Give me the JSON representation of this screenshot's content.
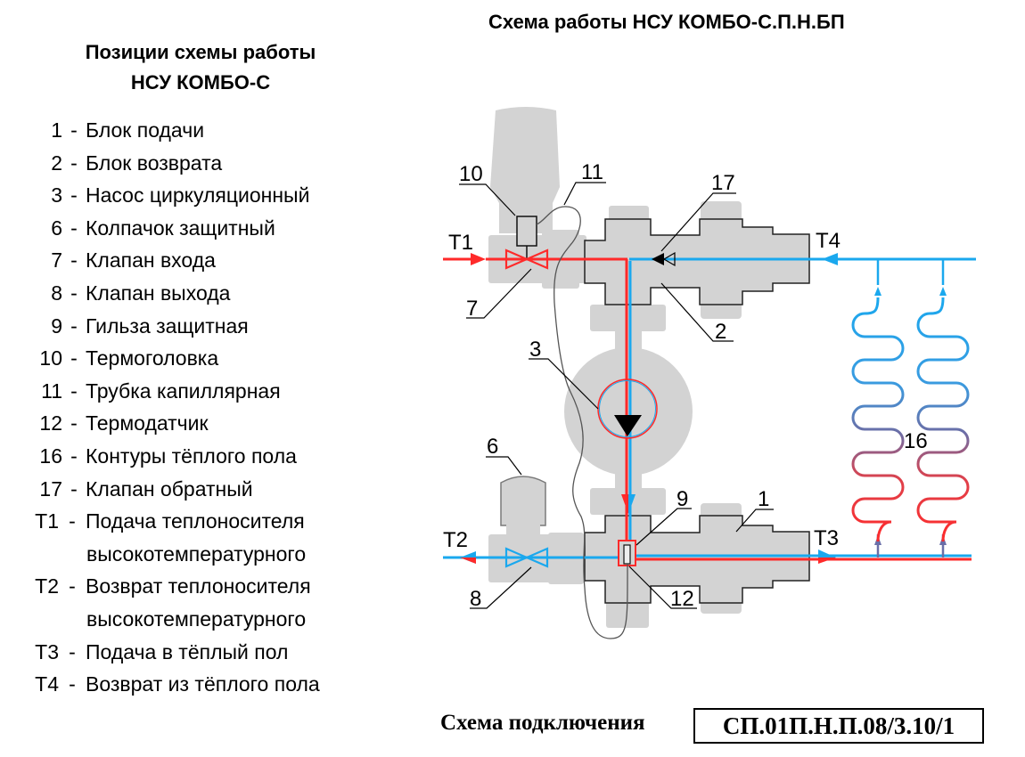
{
  "legend": {
    "title_line1": "Позиции схемы работы",
    "title_line2": "НСУ КОМБО-С",
    "items": [
      {
        "num": "1",
        "label": "Блок подачи"
      },
      {
        "num": "2",
        "label": "Блок возврата"
      },
      {
        "num": "3",
        "label": "Насос циркуляционный"
      },
      {
        "num": "6",
        "label": "Колпачок защитный"
      },
      {
        "num": "7",
        "label": "Клапан входа"
      },
      {
        "num": "8",
        "label": "Клапан выхода"
      },
      {
        "num": "9",
        "label": "Гильза защитная"
      },
      {
        "num": "10",
        "label": "Термоголовка"
      },
      {
        "num": "11",
        "label": "Трубка капиллярная"
      },
      {
        "num": "12",
        "label": "Термодатчик"
      },
      {
        "num": "16",
        "label": "Контуры тёплого пола"
      },
      {
        "num": "17",
        "label": "Клапан обратный"
      }
    ],
    "ports": [
      {
        "num": "T1",
        "label": "Подача теплоносителя",
        "label2": "высокотемпературного"
      },
      {
        "num": "T2",
        "label": "Возврат теплоносителя",
        "label2": "высокотемпературного"
      },
      {
        "num": "T3",
        "label": "Подача в тёплый пол"
      },
      {
        "num": "T4",
        "label": "Возврат из тёплого пола"
      }
    ]
  },
  "diagram": {
    "title": "Схема работы НСУ КОМБО-С.П.Н.БП",
    "callouts": {
      "c1": "1",
      "c2": "2",
      "c3": "3",
      "c6": "6",
      "c7": "7",
      "c8": "8",
      "c9": "9",
      "c10": "10",
      "c11": "11",
      "c12": "12",
      "c16": "16",
      "c17": "17"
    },
    "ports": {
      "t1": "T1",
      "t2": "T2",
      "t3": "T3",
      "t4": "T4"
    },
    "colors": {
      "hot": "#ff2a2a",
      "cold": "#1aa8ee",
      "body": "#d3d3d3"
    }
  },
  "footer": {
    "label": "Схема подключения",
    "code": "СП.01П.Н.П.08/3.10/1"
  }
}
